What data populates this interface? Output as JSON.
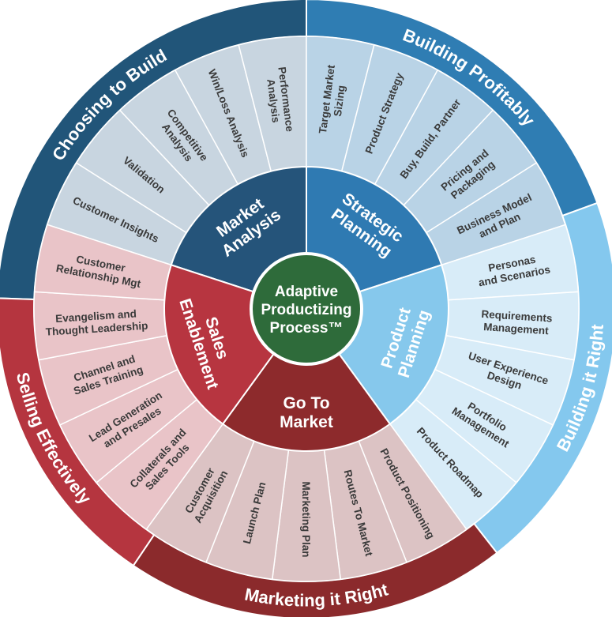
{
  "center": {
    "lines": [
      "Adaptive",
      "Productizing",
      "Process™"
    ],
    "color": "#2e6b3a"
  },
  "sectors": [
    {
      "name": "Market Analysis",
      "lines": [
        "Market",
        "Analysis"
      ],
      "outer_label": "Choosing to Build",
      "color_dark": "#25547a",
      "color_outer": "#215579",
      "color_light": "#c8d5e0",
      "items": [
        [
          "Customer Insights"
        ],
        [
          "Validation"
        ],
        [
          "Competitive",
          "Analysis"
        ],
        [
          "Win/Loss Analysis"
        ],
        [
          "Performance",
          "Analysis"
        ]
      ]
    },
    {
      "name": "Strategic Planning",
      "lines": [
        "Strategic",
        "Planning"
      ],
      "outer_label": "Building Profitably",
      "color_dark": "#2f7ab2",
      "color_outer": "#2f7db3",
      "color_light": "#b9d3e6",
      "items": [
        [
          "Target Market",
          "Sizing"
        ],
        [
          "Product Strategy"
        ],
        [
          "Buy, Build, Partner"
        ],
        [
          "Pricing and",
          "Packaging"
        ],
        [
          "Business Model",
          "and Plan"
        ]
      ]
    },
    {
      "name": "Product Planning",
      "lines": [
        "Product",
        "Planning"
      ],
      "outer_label": "Building it Right",
      "color_dark": "#86c8ec",
      "color_outer": "#84c8ee",
      "color_light": "#d8ecf8",
      "items": [
        [
          "Personas",
          "and Scenarios"
        ],
        [
          "Requirements",
          "Management"
        ],
        [
          "User Experience",
          "Design"
        ],
        [
          "Portfolio",
          "Management"
        ],
        [
          "Product Roadmap"
        ]
      ]
    },
    {
      "name": "Go To Market",
      "lines": [
        "Go To",
        "Market"
      ],
      "outer_label": "Marketing it Right",
      "color_dark": "#8d2a2c",
      "color_outer": "#8b2a2c",
      "color_light": "#dcc3c4",
      "items": [
        [
          "Product Positioning"
        ],
        [
          "Routes To Market"
        ],
        [
          "Marketing Plan"
        ],
        [
          "Launch Plan"
        ],
        [
          "Customer",
          "Acquisition"
        ]
      ]
    },
    {
      "name": "Sales Enablement",
      "lines": [
        "Sales",
        "Enablement"
      ],
      "outer_label": "Selling Effectively",
      "color_dark": "#b73540",
      "color_outer": "#b5353f",
      "color_light": "#e9c4c8",
      "items": [
        [
          "Collaterals and",
          "Sales Tools"
        ],
        [
          "Lead Generation",
          "and Presales"
        ],
        [
          "Channel and",
          "Sales Training"
        ],
        [
          "Evangelism and",
          "Thought Leadership"
        ],
        [
          "Customer",
          "Relationship Mgt"
        ]
      ]
    }
  ]
}
